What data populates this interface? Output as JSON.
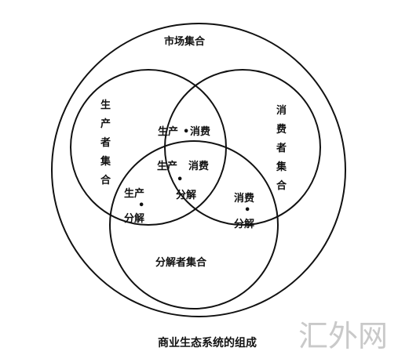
{
  "sets": {
    "market": "市场集合",
    "producer": [
      "生",
      "产",
      "者",
      "集",
      "合"
    ],
    "consumer": [
      "消",
      "费",
      "者",
      "集",
      "合"
    ],
    "decomposer": "分解者集合"
  },
  "intersections": {
    "producer_consumer": {
      "left": "生产",
      "right": "消费",
      "dot": "•"
    },
    "center_top": {
      "left": "生产",
      "right": "消费",
      "dot": "•",
      "bottom": "分解"
    },
    "producer_decomposer": {
      "top": "生产",
      "dot": "•",
      "bottom": "分解"
    },
    "consumer_decomposer": {
      "top": "消费",
      "dot": "•",
      "bottom": "分解"
    }
  },
  "caption": "商业生态系统的组成",
  "watermark": "汇外网"
}
